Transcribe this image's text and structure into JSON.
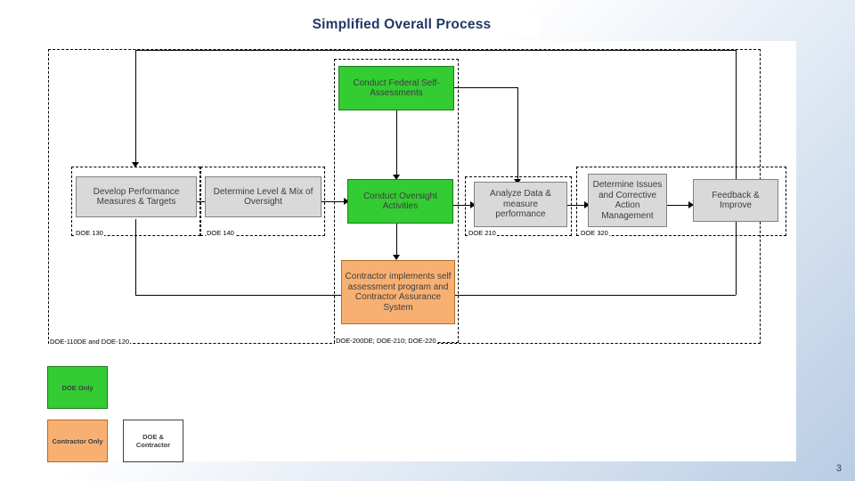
{
  "slide": {
    "title": "Simplified Overall Process",
    "page_number": "3"
  },
  "diagram": {
    "type": "flowchart",
    "boxes": [
      {
        "id": "self_assessments",
        "label": "Conduct Federal Self-Assessments",
        "color": "green"
      },
      {
        "id": "develop_measures",
        "label": "Develop Performance Measures & Targets",
        "color": "gray"
      },
      {
        "id": "determine_level",
        "label": "Determine Level & Mix of Oversight",
        "color": "gray"
      },
      {
        "id": "conduct_oversight",
        "label": "Conduct Oversight Activities",
        "color": "green"
      },
      {
        "id": "analyze_data",
        "label": "Analyze Data & measure performance",
        "color": "gray"
      },
      {
        "id": "determine_issues",
        "label": "Determine Issues and Corrective Action Management",
        "color": "gray"
      },
      {
        "id": "feedback_improve",
        "label": "Feedback & Improve",
        "color": "gray"
      },
      {
        "id": "contractor_implements",
        "label": "Contractor implements self assessment program and Contractor Assurance System",
        "color": "orange"
      }
    ],
    "group_labels": [
      {
        "id": "doe-130",
        "text": "DOE 130"
      },
      {
        "id": "doe-140",
        "text": "DOE 140"
      },
      {
        "id": "doe-210",
        "text": "DOE 210"
      },
      {
        "id": "doe-320",
        "text": "DOE 320"
      },
      {
        "id": "doe-110-120",
        "text": "DOE-110DE and DOE-120"
      },
      {
        "id": "doe-200-210-220",
        "text": "DOE-200DE; DOE-210; DOE-220"
      }
    ]
  },
  "legend": {
    "items": [
      {
        "id": "doe-only",
        "label": "DOE Only",
        "color": "green"
      },
      {
        "id": "contractor-only",
        "label": "Contractor Only",
        "color": "orange"
      },
      {
        "id": "doe-and-contractor",
        "label": "DOE & Contractor",
        "color": "white"
      }
    ]
  }
}
